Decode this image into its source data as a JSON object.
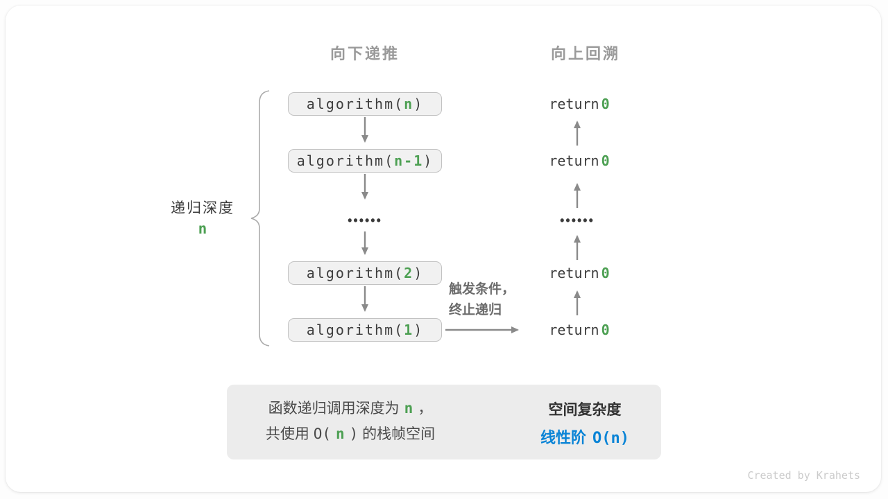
{
  "headers": {
    "down": "向下递推",
    "up": "向上回溯"
  },
  "depth_label": {
    "text": "递归深度",
    "var": "n"
  },
  "calls": [
    {
      "pre": "algorithm(",
      "arg": "n",
      "post": ")"
    },
    {
      "pre": "algorithm(",
      "arg": "n-1",
      "post": ")"
    },
    {
      "pre": "algorithm(",
      "arg": "2",
      "post": ")"
    },
    {
      "pre": "algorithm(",
      "arg": "1",
      "post": ")"
    }
  ],
  "dots": "••••••",
  "returns": [
    {
      "pre": "return",
      "val": "0"
    },
    {
      "pre": "return",
      "val": "0"
    },
    {
      "pre": "return",
      "val": "0"
    },
    {
      "pre": "return",
      "val": "0"
    }
  ],
  "trigger_note": {
    "line1": "触发条件，",
    "line2": "终止递归"
  },
  "summary": {
    "left": {
      "l1_pre": "函数递归调用深度为",
      "l1_var": "n",
      "l1_post": "，",
      "l2_pre": "共使用 ",
      "l2_open": "O(",
      "l2_var": "n",
      "l2_close": ")",
      "l2_post": " 的栈帧空间"
    },
    "right": {
      "title": "空间复杂度",
      "result_label": "线性阶",
      "result_big_o": "O(n)"
    }
  },
  "watermark": "Created by Krahets",
  "colors": {
    "accent_green": "#4da053",
    "accent_blue": "#0a84d6",
    "arrow_gray": "#8a8a8a",
    "header_gray": "#9a9a9a",
    "box_bg": "#f1f1f1",
    "box_border": "#c2c2c2",
    "summary_bg": "#ececec"
  }
}
